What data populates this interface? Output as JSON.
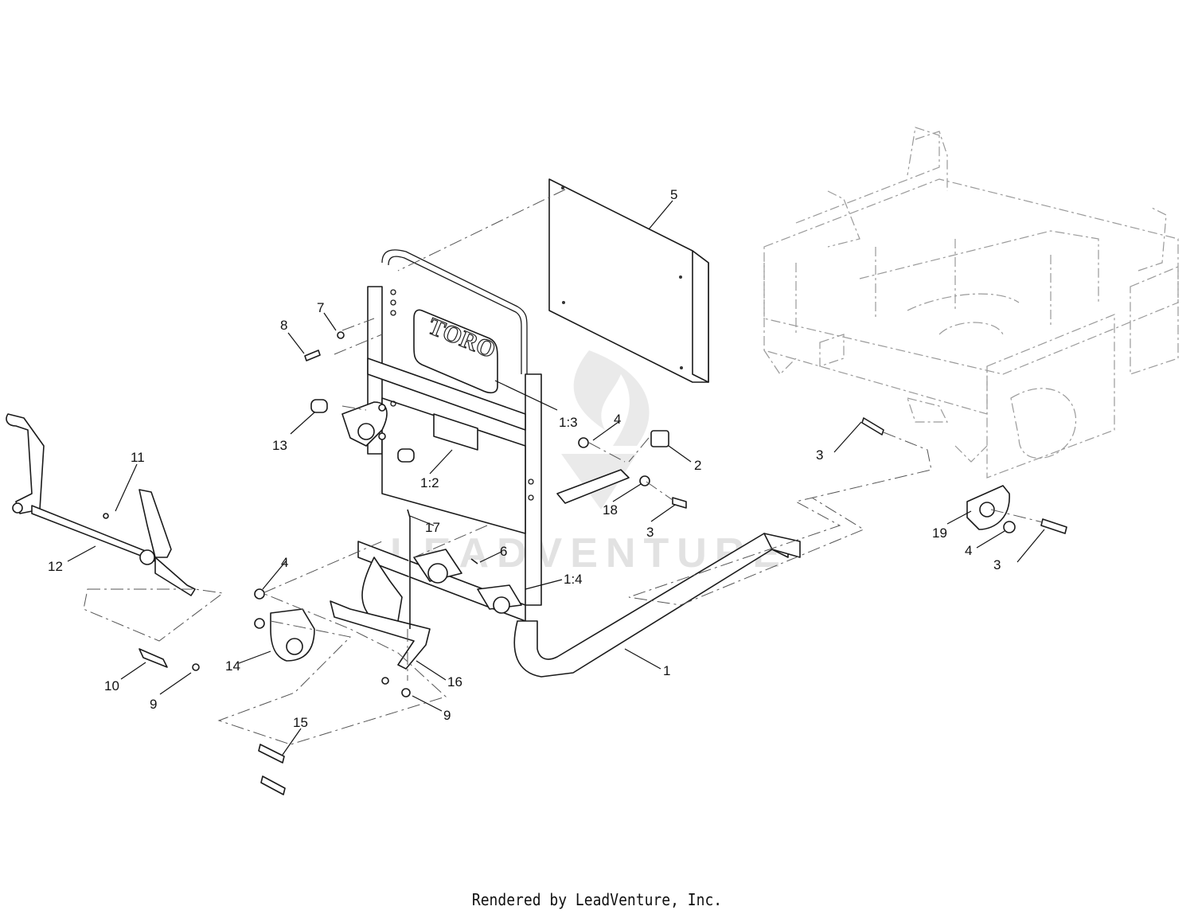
{
  "diagram": {
    "logo_text": "TORO",
    "watermark_text": "LEADVENTURE",
    "callouts": [
      "5",
      "7",
      "8",
      "1:3",
      "13",
      "4",
      "2",
      "1:2",
      "11",
      "3",
      "18",
      "17",
      "6",
      "12",
      "1:4",
      "4",
      "14",
      "10",
      "9",
      "16",
      "1",
      "9",
      "15",
      "19",
      "4",
      "3",
      "3"
    ]
  },
  "footer": {
    "text": "Rendered by LeadVenture, Inc."
  }
}
